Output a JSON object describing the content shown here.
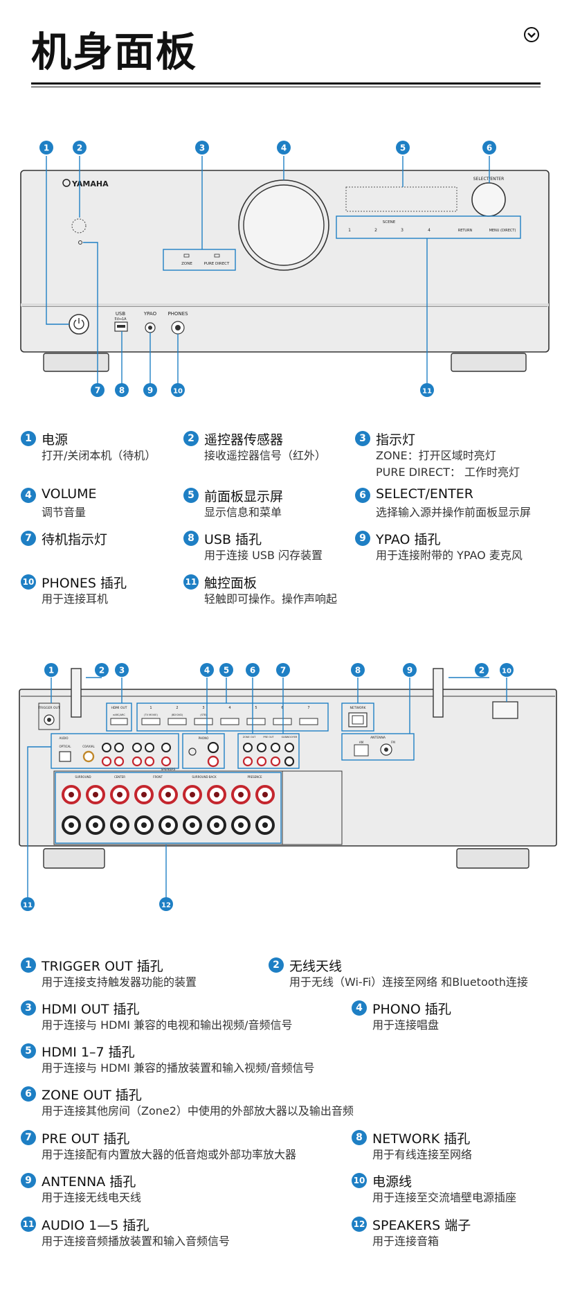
{
  "page_title": "机身面板",
  "front": {
    "brand": "YAMAHA",
    "labels": {
      "usb": "USB",
      "usb_spec": "5V⎓1A",
      "ypao": "YPAO",
      "phones": "PHONES",
      "select_enter": "SELECT/ENTER",
      "zone": "ZONE",
      "pure_direct": "PURE DIRECT",
      "scene": "SCENE",
      "scene_1": "1",
      "scene_2": "2",
      "scene_3": "3",
      "scene_4": "4",
      "return": "RETURN",
      "menu": "MENU (DIRECT)"
    },
    "callouts": [
      "1",
      "2",
      "3",
      "4",
      "5",
      "6",
      "7",
      "8",
      "9",
      "10",
      "11"
    ],
    "items": [
      {
        "num": "1",
        "title": "电源",
        "lines": [
          "打开/关闭本机（待机）"
        ]
      },
      {
        "num": "2",
        "title": "遥控器传感器",
        "lines": [
          "接收遥控器信号（红外）"
        ]
      },
      {
        "num": "3",
        "title": "指示灯",
        "lines": [
          "ZONE：打开区域时亮灯",
          "PURE DIRECT： 工作时亮灯"
        ]
      },
      {
        "num": "4",
        "title": "VOLUME",
        "lines": [
          "调节音量"
        ]
      },
      {
        "num": "5",
        "title": "前面板显示屏",
        "lines": [
          "显示信息和菜单"
        ]
      },
      {
        "num": "6",
        "title": "SELECT/ENTER",
        "lines": [
          "选择输入源并操作前面板显示屏"
        ]
      },
      {
        "num": "7",
        "title": "待机指示灯",
        "lines": []
      },
      {
        "num": "8",
        "title": "USB 插孔",
        "lines": [
          "用于连接 USB 闪存装置"
        ]
      },
      {
        "num": "9",
        "title": "YPAO 插孔",
        "lines": [
          "用于连接附带的 YPAO 麦克风"
        ]
      },
      {
        "num": "10",
        "title": "PHONES 插孔",
        "lines": [
          "用于连接耳机"
        ]
      },
      {
        "num": "11",
        "title": "触控面板",
        "lines": [
          "轻触即可操作。操作声响起"
        ]
      }
    ]
  },
  "rear": {
    "labels": {
      "trigger": "TRIGGER OUT",
      "hdmi_out": "HDMI OUT",
      "hdmi_out_sub": "eARC/ARC",
      "hdmi_nums": [
        "1",
        "2",
        "3",
        "4",
        "5",
        "6",
        "7"
      ],
      "hdmi_subs": [
        "(TV MOVIE)",
        "(BD·DVD)",
        "(STB)"
      ],
      "network": "NETWORK",
      "antenna": "ANTENNA",
      "am": "AM",
      "fm": "FM",
      "optical": "OPTICAL",
      "coaxial": "COAXIAL",
      "audio": "AUDIO",
      "phono": "PHONO",
      "zone_out": "ZONE OUT",
      "pre_out": "PRE OUT",
      "subwoofer": "SUBWOOFER",
      "speakers": "SPEAKERS",
      "sp_surround": "SURROUND",
      "sp_center": "CENTER",
      "sp_front": "FRONT",
      "sp_surround_back": "SURROUND BACK",
      "sp_presence": "PRESENCE"
    },
    "callouts": [
      "1",
      "2",
      "3",
      "4",
      "5",
      "6",
      "7",
      "8",
      "9",
      "2",
      "10",
      "11",
      "12"
    ],
    "items": [
      {
        "num": "1",
        "title": "TRIGGER OUT 插孔",
        "lines": [
          "用于连接支持触发器功能的装置"
        ]
      },
      {
        "num": "2",
        "title": "无线天线",
        "lines": [
          "用于无线（Wi-Fi）连接至网络 和Bluetooth连接"
        ]
      },
      {
        "num": "3",
        "title": "HDMI OUT 插孔",
        "lines": [
          "用于连接与 HDMI 兼容的电视和输出视频/音频信号"
        ]
      },
      {
        "num": "4",
        "title": "PHONO 插孔",
        "lines": [
          "用于连接唱盘"
        ]
      },
      {
        "num": "5",
        "title": "HDMI 1–7 插孔",
        "lines": [
          "用于连接与 HDMI 兼容的播放装置和输入视频/音频信号"
        ]
      },
      {
        "num": "6",
        "title": "ZONE OUT 插孔",
        "lines": [
          "用于连接其他房间（Zone2）中使用的外部放大器以及输出音频"
        ]
      },
      {
        "num": "7",
        "title": "PRE OUT 插孔",
        "lines": [
          "用于连接配有内置放大器的低音炮或外部功率放大器"
        ]
      },
      {
        "num": "8",
        "title": "NETWORK 插孔",
        "lines": [
          "用于有线连接至网络"
        ]
      },
      {
        "num": "9",
        "title": "ANTENNA 插孔",
        "lines": [
          "用于连接无线电天线"
        ]
      },
      {
        "num": "10",
        "title": "电源线",
        "lines": [
          "用于连接至交流墙壁电源插座"
        ]
      },
      {
        "num": "11",
        "title": "AUDIO 1—5 插孔",
        "lines": [
          "用于连接音频播放装置和输入音频信号"
        ]
      },
      {
        "num": "12",
        "title": "SPEAKERS 端子",
        "lines": [
          "用于连接音箱"
        ]
      }
    ]
  }
}
